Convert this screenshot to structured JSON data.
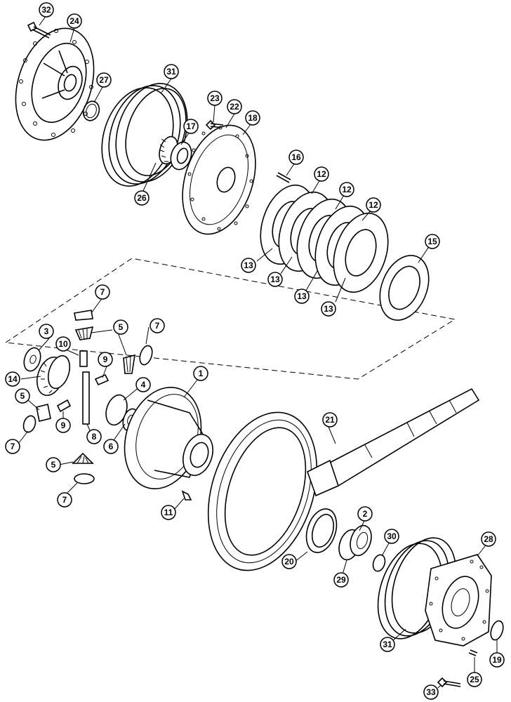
{
  "callouts": [
    "32",
    "24",
    "27",
    "31",
    "23",
    "22",
    "18",
    "17",
    "26",
    "16",
    "12",
    "12",
    "12",
    "13",
    "13",
    "13",
    "13",
    "15",
    "7",
    "3",
    "5",
    "7",
    "10",
    "9",
    "14",
    "5",
    "4",
    "1",
    "21",
    "9",
    "6",
    "7",
    "8",
    "5",
    "7",
    "11",
    "2",
    "30",
    "28",
    "20",
    "29",
    "31",
    "19",
    "25",
    "33"
  ]
}
